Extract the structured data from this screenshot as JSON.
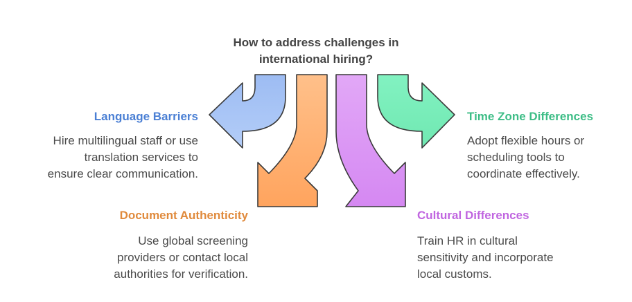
{
  "title": {
    "line1": "How to address challenges in",
    "line2": "international hiring?"
  },
  "colors": {
    "title": "#444444",
    "body_text": "#4a4a4a",
    "language": "#4a7fd4",
    "document": "#e08a3c",
    "cultural": "#c065e0",
    "time_zone": "#3dbd86",
    "blue_arrow": "#a9c6f7",
    "orange_arrow": "#ffb577",
    "purple_arrow": "#dc9af5",
    "green_arrow": "#7ef0bd",
    "outline": "#3a3a3a"
  },
  "items": {
    "language": {
      "heading": "Language Barriers",
      "lines": [
        "Hire multilingual staff or use",
        "translation services to",
        "ensure clear communication."
      ],
      "icon": "arrow-curve-left-icon"
    },
    "document": {
      "heading": "Document Authenticity",
      "lines": [
        "Use global screening",
        "providers or contact local",
        "authorities for verification."
      ],
      "icon": "arrow-curve-down-left-icon"
    },
    "cultural": {
      "heading": "Cultural Differences",
      "lines": [
        "Train HR in cultural",
        "sensitivity and incorporate",
        "local customs."
      ],
      "icon": "arrow-curve-down-right-icon"
    },
    "time_zone": {
      "heading": "Time Zone Differences",
      "lines": [
        "Adopt flexible hours or",
        "scheduling tools to",
        "coordinate effectively."
      ],
      "icon": "arrow-curve-right-icon"
    }
  }
}
